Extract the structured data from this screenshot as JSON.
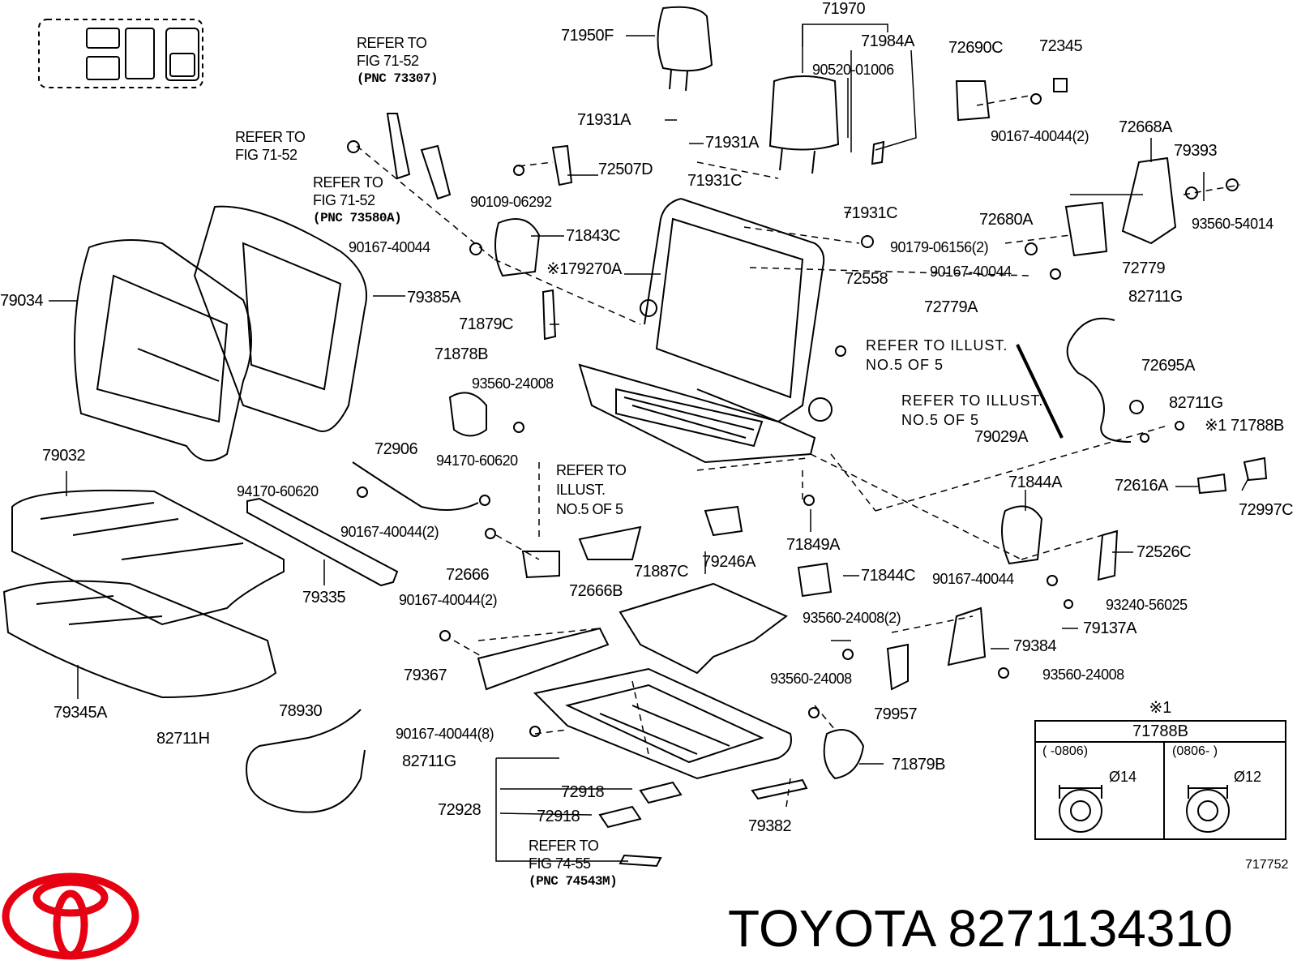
{
  "brand": {
    "name": "TOYOTA",
    "logo": "toyota-logo"
  },
  "part_title": "TOYOTA 8271134310",
  "diagram_code": "717752",
  "labels": {
    "l71950F": "71950F",
    "l71970": "71970",
    "l71984A": "71984A",
    "l90520": "90520-01006",
    "l72690C": "72690C",
    "l72345": "72345",
    "l90167_2a": "90167-40044(2)",
    "l72668A": "72668A",
    "l79393": "79393",
    "l93560_54014": "93560-54014",
    "l72680A": "72680A",
    "l90179": "90179-06156(2)",
    "l90167_b": "90167-40044",
    "l72779": "72779",
    "l72779A": "72779A",
    "l82711G_a": "82711G",
    "l72695A": "72695A",
    "l82711G_b": "82711G",
    "l71788B": "※1 71788B",
    "l72616A": "72616A",
    "l72997C": "72997C",
    "l71844A": "71844A",
    "l72526C": "72526C",
    "l90167_c": "90167-40044",
    "l93240": "93240-56025",
    "l79137A": "79137A",
    "l79384": "79384",
    "l93560_24008_r": "93560-24008",
    "l79957": "79957",
    "l71879B": "71879B",
    "l93560_24008_b": "93560-24008",
    "l93560_24008_2": "93560-24008(2)",
    "l71844C": "71844C",
    "l79029A": "79029A",
    "l71849A": "71849A",
    "l79246A": "79246A",
    "l71887C": "71887C",
    "l72666B": "72666B",
    "l72666": "72666",
    "l90167_2b": "90167-40044(2)",
    "l90167_2c": "90167-40044(2)",
    "l79367": "79367",
    "l90167_8": "90167-40044(8)",
    "l72918_a": "72918",
    "l72918_b": "72918",
    "l72928": "72928",
    "l79382": "79382",
    "l78930": "78930",
    "l82711H": "82711H",
    "l82711G_c": "82711G",
    "l79345A": "79345A",
    "l79335": "79335",
    "l79032": "79032",
    "l94170_a": "94170-60620",
    "l94170_b": "94170-60620",
    "l72906": "72906",
    "l93560_24008_m": "93560-24008",
    "l71878B": "71878B",
    "l71879C": "71879C",
    "l79034": "79034",
    "l79385A": "79385A",
    "l90167_d": "90167-40044",
    "l71843C": "71843C",
    "l179270A": "※179270A",
    "l90109": "90109-06292",
    "l72507D": "72507D",
    "l71931A_a": "71931A",
    "l71931A_b": "71931A",
    "l71931C_a": "71931C",
    "l71931C_b": "71931C",
    "l72558": "72558"
  },
  "refs": {
    "r1": [
      "REFER TO",
      "FIG 71-52",
      "(PNC 73307)"
    ],
    "r2": [
      "REFER TO",
      "FIG 71-52"
    ],
    "r3": [
      "REFER TO",
      "FIG 71-52",
      "(PNC 73580A)"
    ],
    "r4": [
      "REFER TO ILLUST.",
      "NO.5 OF 5"
    ],
    "r5": [
      "REFER TO ILLUST.",
      "NO.5 OF 5"
    ],
    "r6": [
      "REFER TO",
      "ILLUST.",
      "NO.5 OF 5"
    ],
    "r7": [
      "REFER TO",
      "FIG 74-55",
      "(PNC 74543M)"
    ]
  },
  "note_box": {
    "mark": "※1",
    "header": "71788B",
    "col1": "(        -0806)",
    "col2": "(0806-        )",
    "dia1": "Ø14",
    "dia2": "Ø12"
  },
  "colors": {
    "logo_red": "#e60012",
    "line": "#000000"
  }
}
